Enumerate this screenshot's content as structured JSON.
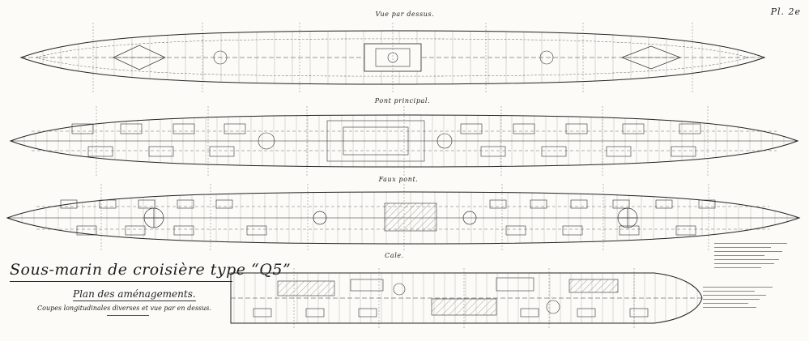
{
  "plate": {
    "label": "Pl. 2e"
  },
  "views": [
    {
      "label": "Vue par dessus."
    },
    {
      "label": "Pont principal."
    },
    {
      "label": "Faux pont."
    },
    {
      "label": "Cale."
    }
  ],
  "title_block": {
    "title": "Sous-marin de croisière type “Q5”",
    "subtitle": "Plan des aménagements.",
    "note": "Coupes longitudinales diverses et vue par en dessus."
  },
  "colors": {
    "paper": "#fcfbf7",
    "ink": "#1e1e1e"
  }
}
